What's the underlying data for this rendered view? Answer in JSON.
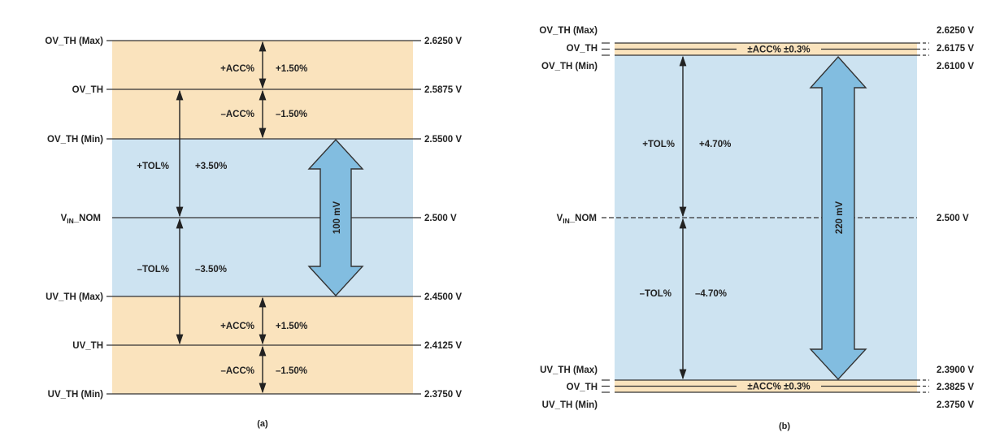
{
  "colors": {
    "tolerance_band": "#cde3f1",
    "accuracy_band": "#fae3bd",
    "arrow_fill": "#82bde0",
    "line": "#333333",
    "text": "#222222"
  },
  "panel_a": {
    "caption": "(a)",
    "width_arrow_label": "100 mV",
    "left_labels": {
      "ov_th_max": "OV_TH (Max)",
      "ov_th": "OV_TH",
      "ov_th_min": "OV_TH (Min)",
      "vin_main": "V",
      "vin_sub": "IN",
      "vin_tail": "_NOM",
      "uv_th_max": "UV_TH (Max)",
      "uv_th": "UV_TH",
      "uv_th_min": "UV_TH (Min)"
    },
    "right_labels": {
      "v1": "2.6250 V",
      "v2": "2.5875 V",
      "v3": "2.5500 V",
      "v4": "2.500 V",
      "v5": "2.4500 V",
      "v6": "2.4125 V",
      "v7": "2.3750 V"
    },
    "band_labels": {
      "acc_plus_1": "+ACC%",
      "acc_plus_1_val": "+1.50%",
      "acc_minus_1": "–ACC%",
      "acc_minus_1_val": "–1.50%",
      "tol_plus": "+TOL%",
      "tol_plus_val": "+3.50%",
      "tol_minus": "–TOL%",
      "tol_minus_val": "–3.50%",
      "acc_plus_2": "+ACC%",
      "acc_plus_2_val": "+1.50%",
      "acc_minus_2": "–ACC%",
      "acc_minus_2_val": "–1.50%"
    }
  },
  "panel_b": {
    "caption": "(b)",
    "width_arrow_label": "220 mV",
    "left_labels": {
      "ov_th_max": "OV_TH (Max)",
      "ov_th": "OV_TH",
      "ov_th_min": "OV_TH (Min)",
      "vin_main": "V",
      "vin_sub": "IN",
      "vin_tail": "_NOM",
      "uv_th_max": "UV_TH (Max)",
      "ov_th_low": "OV_TH",
      "uv_th_min": "UV_TH (Min)"
    },
    "right_labels": {
      "v1": "2.6250 V",
      "v2": "2.6175 V",
      "v3": "2.6100 V",
      "v4": "2.500 V",
      "v5": "2.3900 V",
      "v6": "2.3825 V",
      "v7": "2.3750 V"
    },
    "band_labels": {
      "acc_top": "±ACC%  ±0.3%",
      "tol_plus": "+TOL%",
      "tol_plus_val": "+4.70%",
      "tol_minus": "–TOL%",
      "tol_minus_val": "–4.70%",
      "acc_bottom": "±ACC%  ±0.3%"
    }
  }
}
